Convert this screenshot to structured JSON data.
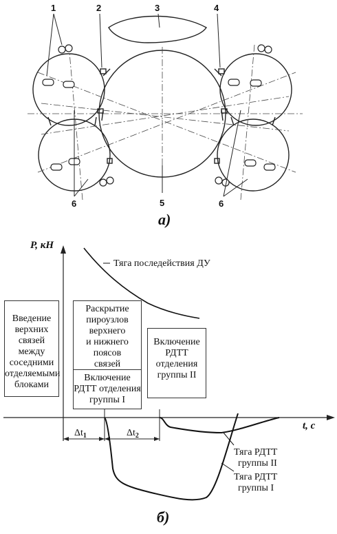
{
  "fig_a": {
    "callouts": [
      "1",
      "2",
      "3",
      "4",
      "5",
      "6",
      "6"
    ],
    "caption": "а)"
  },
  "fig_b": {
    "caption": "б)",
    "y_axis_label": "P, кН",
    "x_axis_label": "t, c",
    "dt1": "Δt",
    "dt1_sub": "1",
    "dt2": "Δt",
    "dt2_sub": "2",
    "box1": [
      "Введение",
      "верхних",
      "связей",
      "между",
      "соседними",
      "отделяемыми",
      "блоками"
    ],
    "box2_top": [
      "Раскрытие",
      "пироузлов",
      "верхнего",
      "и нижнего",
      "поясов",
      "связей"
    ],
    "box2_bottom": [
      "Включение",
      "РДТТ отделения",
      "группы I"
    ],
    "box3": [
      "Включение",
      "РДТТ",
      "отделения",
      "группы II"
    ],
    "curve_du": "Тяга последействия ДУ",
    "curve_g2": [
      "Тяга РДТТ",
      "группы II"
    ],
    "curve_g1": [
      "Тяга РДТТ",
      "группы I"
    ]
  }
}
